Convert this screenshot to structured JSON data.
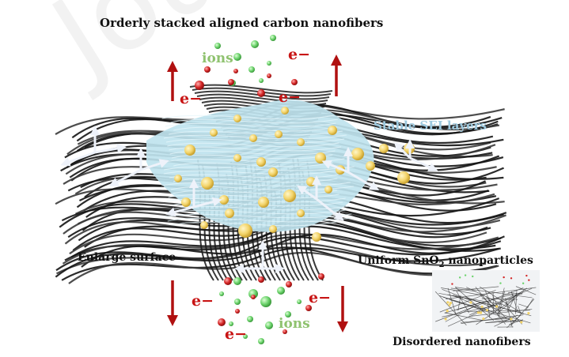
{
  "title": "Orderly stacked aligned carbon nanofibers",
  "ions_top": "ions",
  "ions_bottom": "ions",
  "electron_label": "e−",
  "sei_label": "Stable SEI layers",
  "enlarge_label": "Enlarge surface",
  "sno2_label": {
    "prefix": "Uniform SnO",
    "subscript": "2",
    "suffix": " nanoparticles"
  },
  "disordered_label": "Disordered nanofibers",
  "watermark": "Journal",
  "colors": {
    "fiber_black": "#1a1a1a",
    "sei_light_blue": "#bfe3ee",
    "sno2_yellow": "#f3d46a",
    "ion_green": "#6cd36c",
    "ion_red": "#d42626",
    "electron_arrow_red": "#b01010",
    "axis_arrow": "#e8edf7",
    "title_text": "#111111",
    "ions_text": "#8fc26f",
    "sei_text": "#9cc9df"
  }
}
